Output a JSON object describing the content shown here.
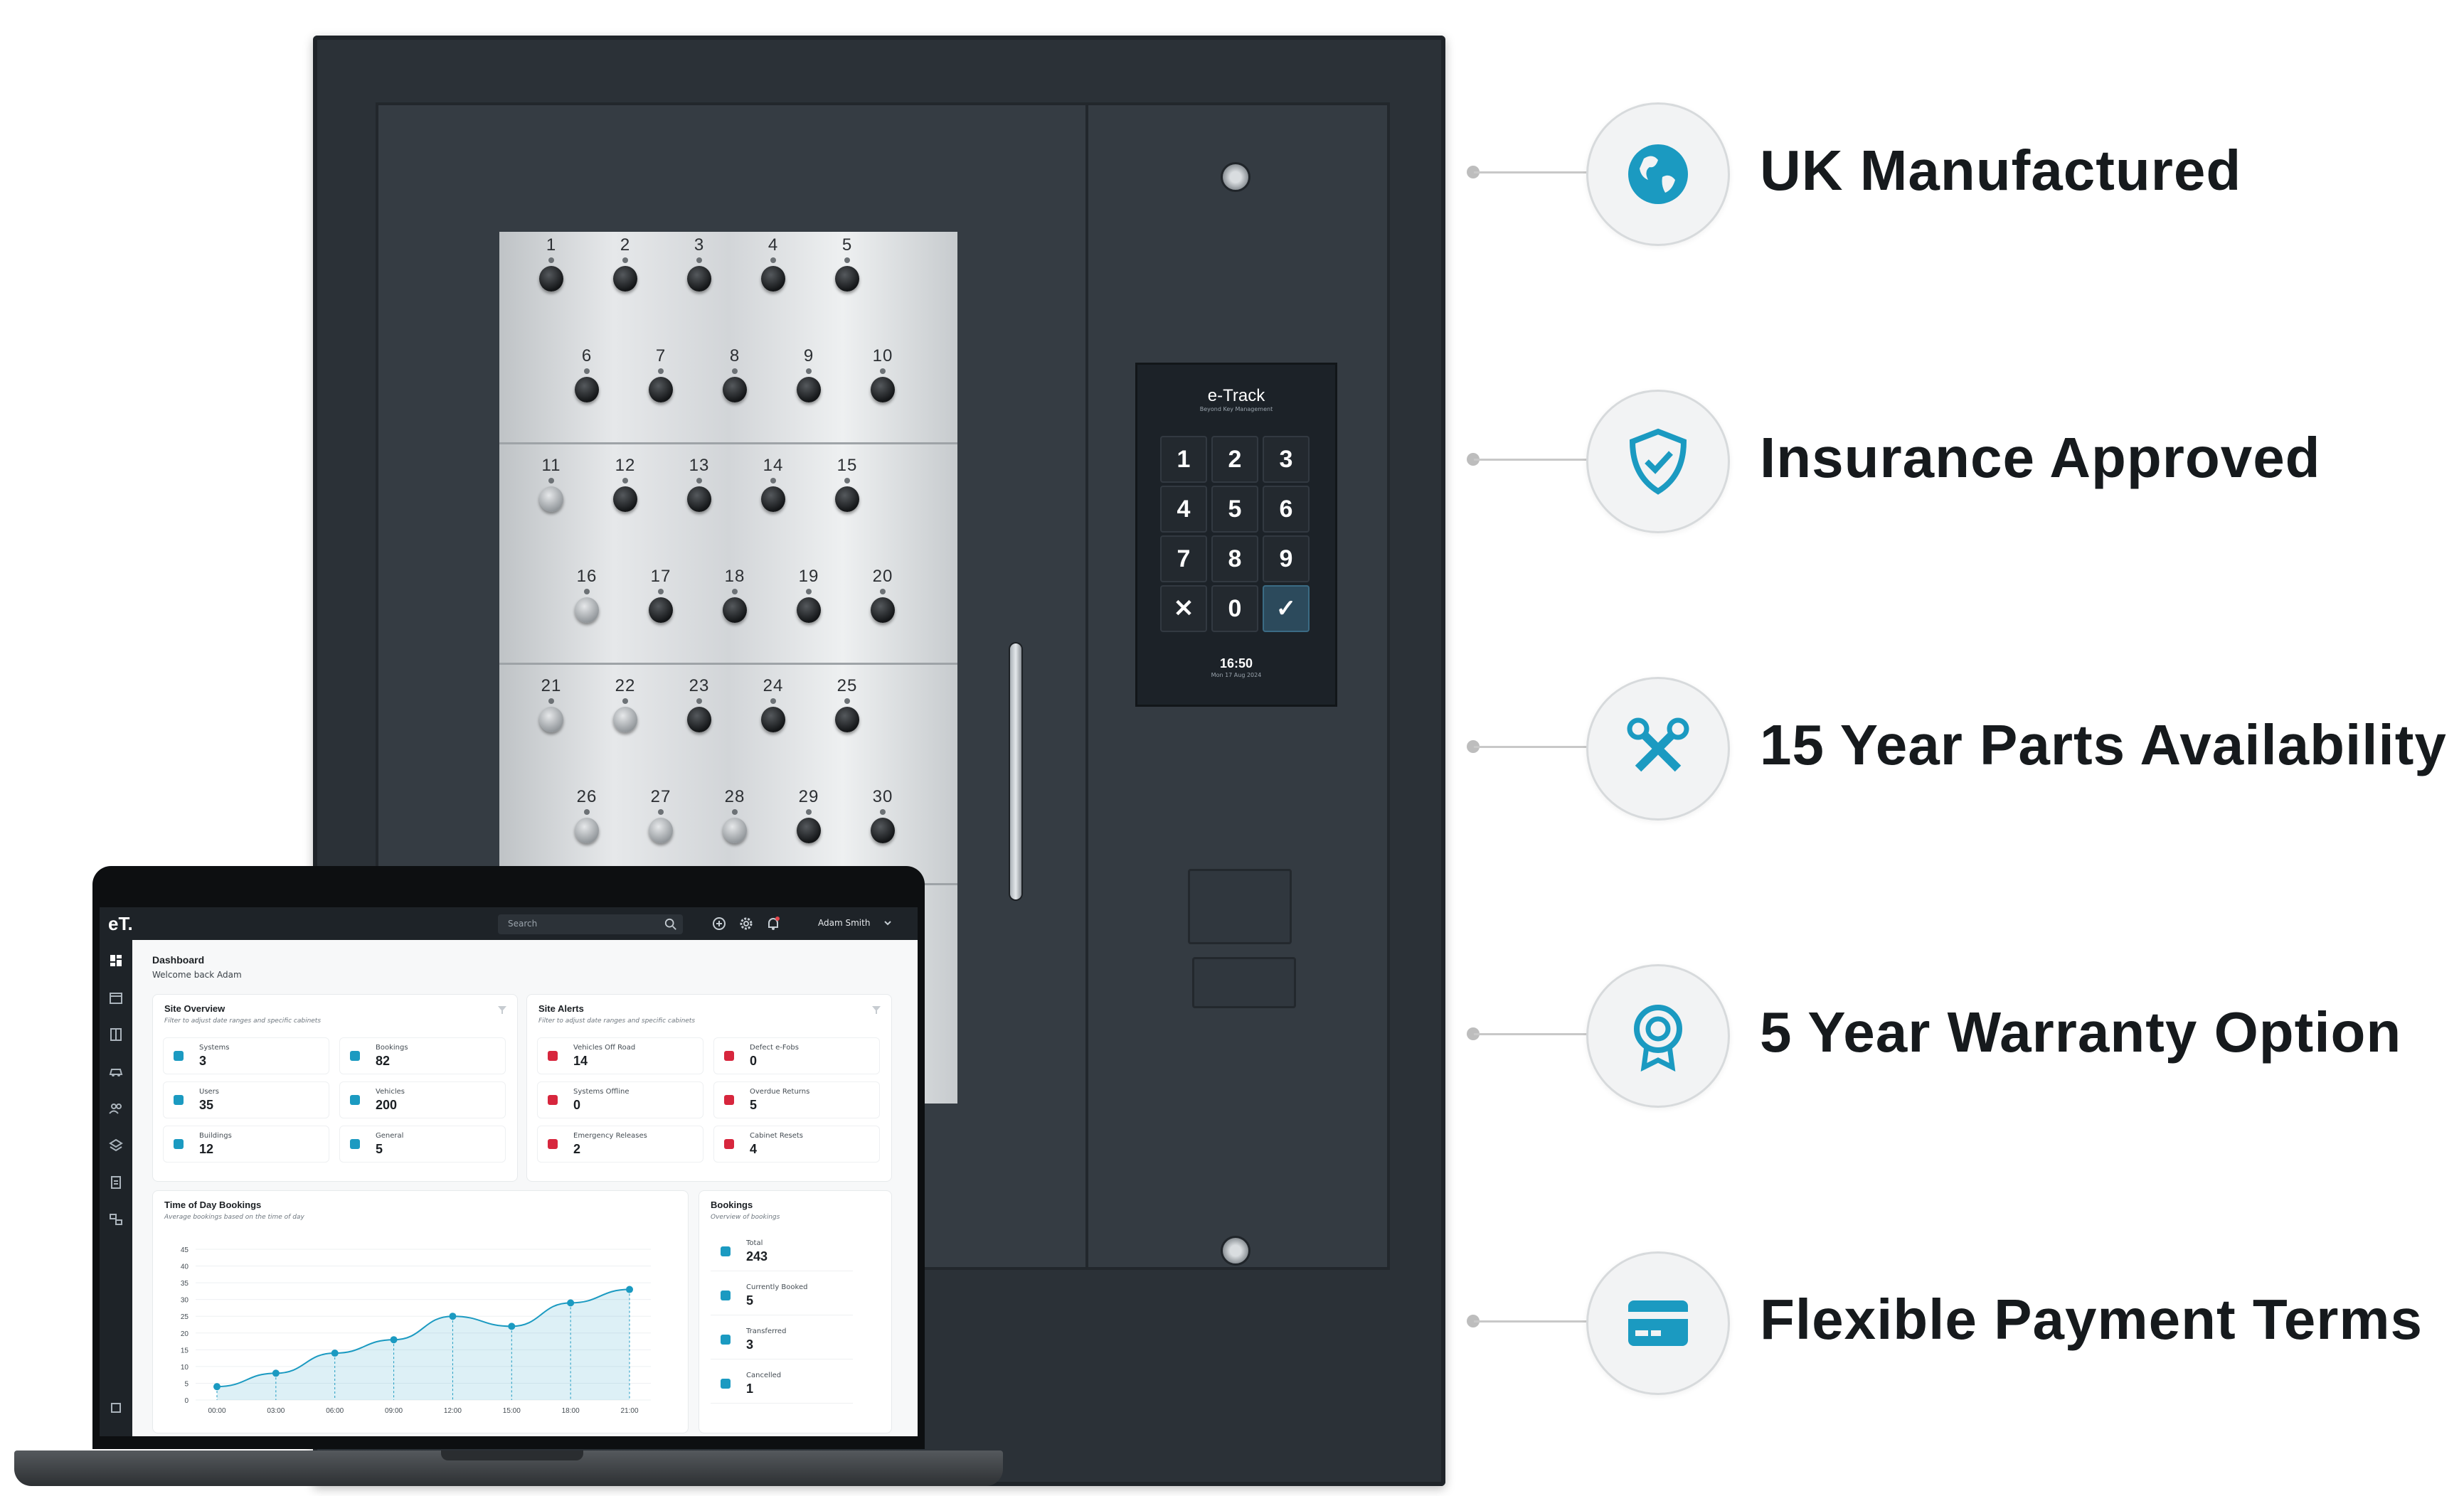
{
  "cabinet": {
    "hooks": [
      {
        "n": "1",
        "taken": true
      },
      {
        "n": "2",
        "taken": true
      },
      {
        "n": "3",
        "taken": true
      },
      {
        "n": "4",
        "taken": true
      },
      {
        "n": "5",
        "taken": true
      },
      {
        "n": "6",
        "taken": true
      },
      {
        "n": "7",
        "taken": true
      },
      {
        "n": "8",
        "taken": true
      },
      {
        "n": "9",
        "taken": true
      },
      {
        "n": "10",
        "taken": true
      },
      {
        "n": "11",
        "taken": false
      },
      {
        "n": "12",
        "taken": true
      },
      {
        "n": "13",
        "taken": true
      },
      {
        "n": "14",
        "taken": true
      },
      {
        "n": "15",
        "taken": true
      },
      {
        "n": "16",
        "taken": false
      },
      {
        "n": "17",
        "taken": true
      },
      {
        "n": "18",
        "taken": true
      },
      {
        "n": "19",
        "taken": true
      },
      {
        "n": "20",
        "taken": true
      },
      {
        "n": "21",
        "taken": false
      },
      {
        "n": "22",
        "taken": false
      },
      {
        "n": "23",
        "taken": true
      },
      {
        "n": "24",
        "taken": true
      },
      {
        "n": "25",
        "taken": true
      },
      {
        "n": "26",
        "taken": false
      },
      {
        "n": "27",
        "taken": false
      },
      {
        "n": "28",
        "taken": false
      },
      {
        "n": "29",
        "taken": true
      },
      {
        "n": "30",
        "taken": true
      }
    ],
    "keypad": {
      "brand": "e-Track",
      "brand_sub": "Beyond Key Management",
      "keys": [
        "1",
        "2",
        "3",
        "4",
        "5",
        "6",
        "7",
        "8",
        "9",
        "✕",
        "0",
        "✓"
      ],
      "time": "16:50",
      "date": "Mon 17 Aug 2024"
    }
  },
  "features": [
    {
      "label": "UK Manufactured",
      "icon": "globe-icon"
    },
    {
      "label": "Insurance Approved",
      "icon": "shield-check-icon"
    },
    {
      "label": "15 Year Parts Availability",
      "icon": "tools-icon"
    },
    {
      "label": "5 Year Warranty Option",
      "icon": "award-icon"
    },
    {
      "label": "Flexible Payment Terms",
      "icon": "card-icon"
    }
  ],
  "accent": "#1b9ac1",
  "dashboard": {
    "logo": "eT.",
    "search_placeholder": "Search",
    "user": "Adam Smith",
    "title": "Dashboard",
    "welcome": "Welcome back Adam",
    "site_overview": {
      "title": "Site Overview",
      "subtitle": "Filter to adjust date ranges and specific cabinets",
      "stats": [
        {
          "label": "Systems",
          "value": "3"
        },
        {
          "label": "Bookings",
          "value": "82"
        },
        {
          "label": "Users",
          "value": "35"
        },
        {
          "label": "Vehicles",
          "value": "200"
        },
        {
          "label": "Buildings",
          "value": "12"
        },
        {
          "label": "General",
          "value": "5"
        }
      ]
    },
    "site_alerts": {
      "title": "Site Alerts",
      "subtitle": "Filter to adjust date ranges and specific cabinets",
      "stats": [
        {
          "label": "Vehicles Off Road",
          "value": "14"
        },
        {
          "label": "Defect e-Fobs",
          "value": "0"
        },
        {
          "label": "Systems Offline",
          "value": "0"
        },
        {
          "label": "Overdue Returns",
          "value": "5"
        },
        {
          "label": "Emergency Releases",
          "value": "2"
        },
        {
          "label": "Cabinet Resets",
          "value": "4"
        }
      ]
    },
    "time_of_day": {
      "title": "Time of Day Bookings",
      "subtitle": "Average bookings based on the time of day"
    },
    "bookings": {
      "title": "Bookings",
      "subtitle": "Overview of bookings",
      "items": [
        {
          "label": "Total",
          "value": "243"
        },
        {
          "label": "Currently Booked",
          "value": "5"
        },
        {
          "label": "Transferred",
          "value": "3"
        },
        {
          "label": "Cancelled",
          "value": "1"
        }
      ]
    }
  },
  "chart_data": {
    "type": "area",
    "title": "Time of Day Bookings",
    "x": [
      "00:00",
      "03:00",
      "06:00",
      "09:00",
      "12:00",
      "15:00",
      "18:00",
      "21:00"
    ],
    "y_ticks": [
      "0",
      "5",
      "10",
      "15",
      "20",
      "25",
      "30",
      "35",
      "40",
      "45"
    ],
    "ylim": [
      0,
      45
    ],
    "series": [
      {
        "values": [
          4,
          8,
          14,
          18,
          25,
          22,
          29,
          33
        ]
      }
    ]
  }
}
